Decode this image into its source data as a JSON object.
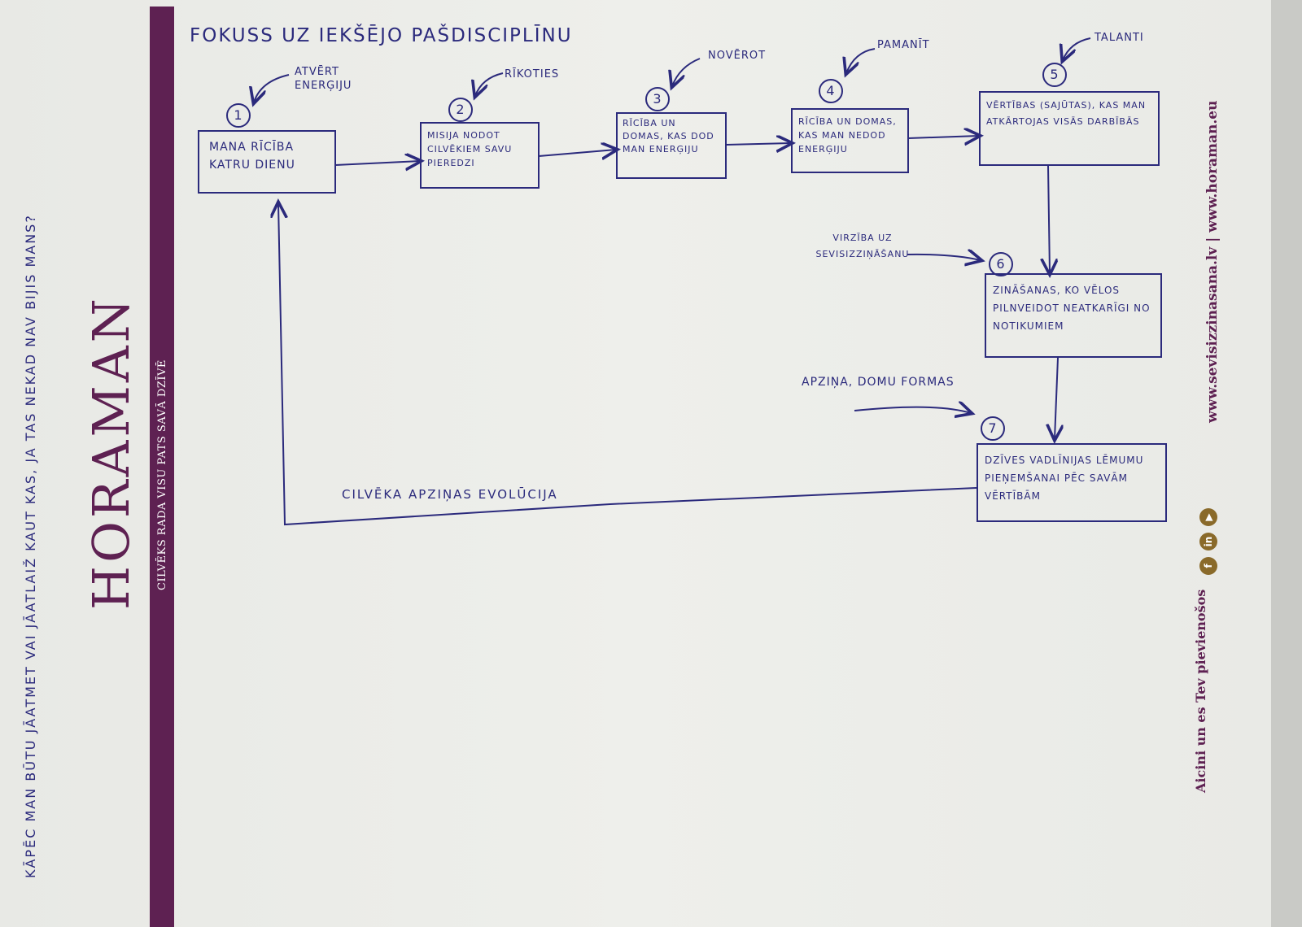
{
  "side_question": "KĀPĒC MAN BŪTU JĀATMET VAI JĀATLAIŽ KAUT KAS, JA TAS NEKAD NAV BIJIS MANS?",
  "brand": {
    "logo": "HORAMAN",
    "tagline": "CILVĒKS RADA VISU PATS SAVĀ DZĪVĒ",
    "websites": "www.sevisizzinasana.lv | www.horaman.eu",
    "invite": "Aicini un es Tev pievienošos",
    "social_icons": [
      "facebook-icon",
      "linkedin-icon",
      "youtube-icon"
    ],
    "color": "#5e2152"
  },
  "diagram": {
    "title": "FOKUSS UZ IEKŠĒJO PAŠDISCIPLĪNU",
    "ink_color": "#2b2a7c",
    "steps": [
      {
        "number": "1",
        "text": "MANA RĪCĪBA KATRU DIENU",
        "annotation": "ATVĒRT ENERĢIJU"
      },
      {
        "number": "2",
        "text": "MISIJA NODOT CILVĒKIEM SAVU PIEREDZI",
        "annotation": "RĪKOTIES"
      },
      {
        "number": "3",
        "text": "RĪCĪBA UN DOMAS, KAS DOD MAN ENERĢIJU",
        "annotation": "NOVĒROT"
      },
      {
        "number": "4",
        "text": "RĪCĪBA UN DOMAS, KAS MAN NEDOD ENERĢIJU",
        "annotation": "PAMANĪT"
      },
      {
        "number": "5",
        "text": "VĒRTĪBAS (SAJŪTAS), KAS MAN ATKĀRTOJAS VISĀS DARBĪBĀS",
        "annotation": "TALANTI"
      },
      {
        "number": "6",
        "text": "ZINĀŠANAS, KO VĒLOS PILNVEIDOT NEATKARĪGI NO NOTIKUMIEM",
        "annotation": "VIRZĪBA UZ SEVISIZZIŅĀŠANU"
      },
      {
        "number": "7",
        "text": "DZĪVES VADLĪNIJAS LĒMUMU PIEŅEMŠANAI PĒC SAVĀM VĒRTĪBĀM",
        "annotation": "APZIŅA, DOMU FORMAS"
      }
    ],
    "feedback_label": "CILVĒKA APZIŅAS EVOLŪCIJA"
  }
}
